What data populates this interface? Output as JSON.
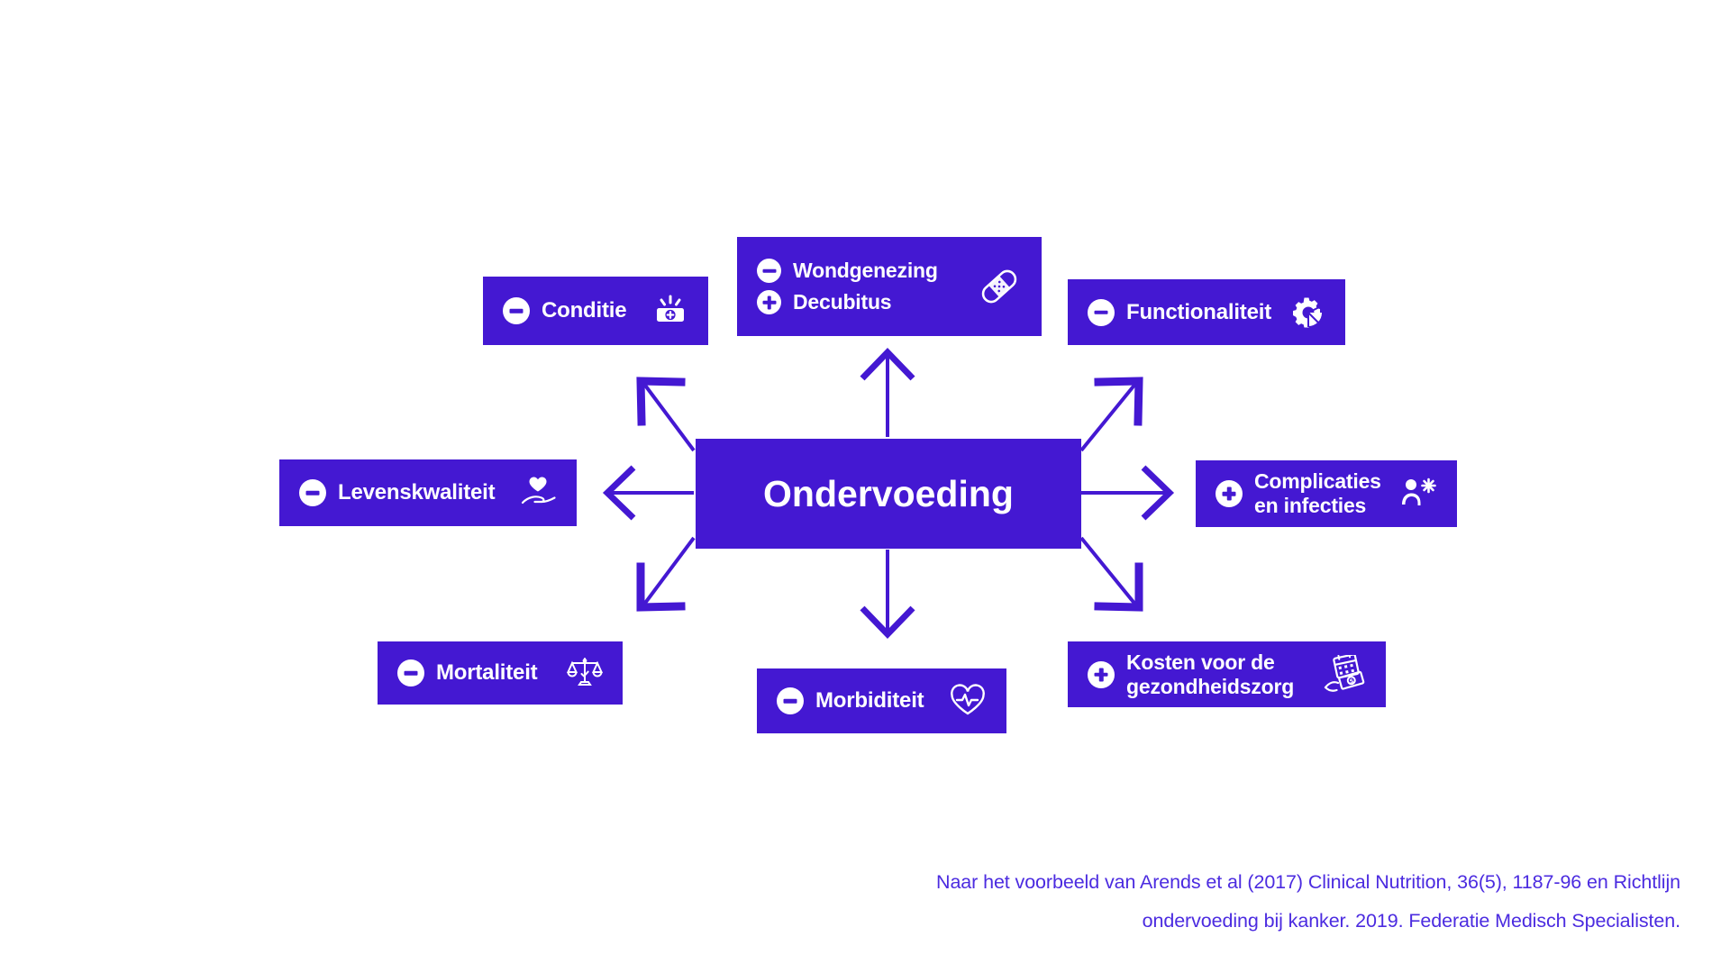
{
  "diagram": {
    "center": {
      "label": "Ondervoeding",
      "name": "center-node-ondervoeding"
    },
    "accent_color": "#4418D2",
    "caption_color": "#4B2BE0",
    "background_color": "#FFFFFF",
    "nodes": [
      {
        "id": "conditie",
        "label": "Conditie",
        "sign": "minus",
        "sign_symbol": "−",
        "icon": "first-aid-kit-icon",
        "position": "top-left"
      },
      {
        "id": "wondgenezing-decubitus",
        "label": "Wondgenezing\nDecubitus",
        "lines": [
          {
            "text": "Wondgenezing",
            "sign": "minus",
            "sign_symbol": "−"
          },
          {
            "text": "Decubitus",
            "sign": "plus",
            "sign_symbol": "+"
          }
        ],
        "icon": "bandage-icon",
        "position": "top-center"
      },
      {
        "id": "functionaliteit",
        "label": "Functionaliteit",
        "sign": "minus",
        "sign_symbol": "−",
        "icon": "gear-icon",
        "position": "top-right"
      },
      {
        "id": "levenskwaliteit",
        "label": "Levenskwaliteit",
        "sign": "minus",
        "sign_symbol": "−",
        "icon": "heart-in-hand-icon",
        "position": "middle-left"
      },
      {
        "id": "complicaties-en-infecties",
        "label": "Complicaties\nen infecties",
        "sign": "plus",
        "sign_symbol": "+",
        "icon": "person-infection-icon",
        "position": "middle-right"
      },
      {
        "id": "mortaliteit",
        "label": "Mortaliteit",
        "sign": "plus",
        "sign_symbol": "+",
        "icon": "scales-icon",
        "position": "bottom-left"
      },
      {
        "id": "morbiditeit",
        "label": "Morbiditeit",
        "sign": "plus",
        "sign_symbol": "+",
        "icon": "heart-pulse-icon",
        "position": "bottom-center"
      },
      {
        "id": "kosten-voor-de-gezondheidszorg",
        "label": "Kosten voor de\ngezondheidszorg",
        "sign": "plus",
        "sign_symbol": "+",
        "icon": "calendar-money-icon",
        "position": "bottom-right"
      }
    ],
    "arrows": [
      {
        "id": "arrow-up-left",
        "from": "center",
        "to": "conditie",
        "style": "diagonal-square-head"
      },
      {
        "id": "arrow-up",
        "from": "center",
        "to": "wondgenezing-decubitus",
        "style": "straight-v-head"
      },
      {
        "id": "arrow-up-right",
        "from": "center",
        "to": "functionaliteit",
        "style": "diagonal-square-head"
      },
      {
        "id": "arrow-left",
        "from": "center",
        "to": "levenskwaliteit",
        "style": "straight-v-head"
      },
      {
        "id": "arrow-right",
        "from": "center",
        "to": "complicaties-en-infecties",
        "style": "straight-v-head"
      },
      {
        "id": "arrow-down-left",
        "from": "center",
        "to": "mortaliteit",
        "style": "diagonal-square-head"
      },
      {
        "id": "arrow-down",
        "from": "center",
        "to": "morbiditeit",
        "style": "straight-v-head"
      },
      {
        "id": "arrow-down-right",
        "from": "center",
        "to": "kosten-voor-de-gezondheidszorg",
        "style": "diagonal-square-head"
      }
    ]
  },
  "caption": {
    "line1": "Naar het voorbeeld van Arends et al (2017) Clinical Nutrition, 36(5), 1187-96 en Richtlijn",
    "line2": "ondervoeding bij kanker. 2019. Federatie Medisch Specialisten."
  }
}
